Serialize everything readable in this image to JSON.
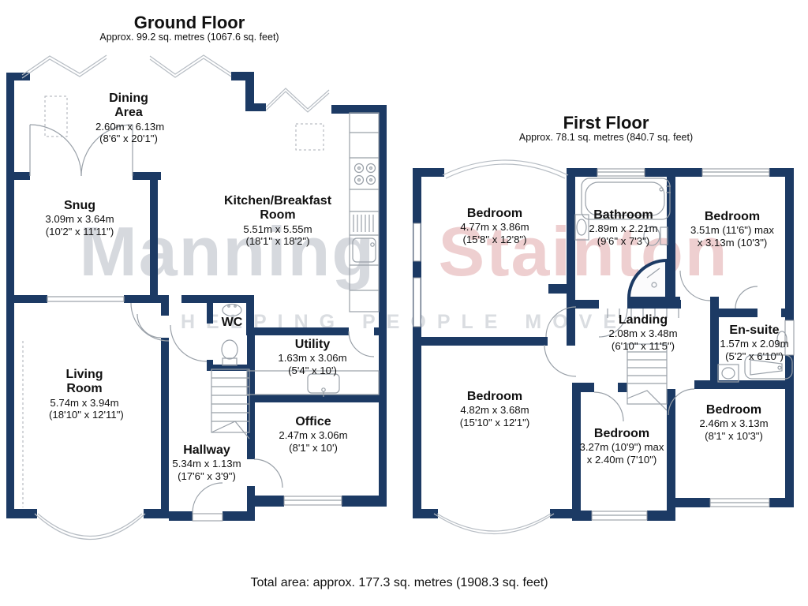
{
  "watermark": {
    "brand_primary": "Manning",
    "brand_secondary": "Stainton",
    "tagline": "HELPING PEOPLE MOVE",
    "primary_color": "#d6d9de",
    "secondary_color": "#eecfd0"
  },
  "colors": {
    "wall": "#1c3a64",
    "thin_line": "#99a0a8"
  },
  "footer": {
    "total_area": "Total area: approx. 177.3 sq. metres (1908.3 sq. feet)"
  },
  "floors": [
    {
      "title": "Ground Floor",
      "subtitle": "Approx. 99.2 sq. metres (1067.6 sq. feet)",
      "rooms": [
        {
          "name": "Dining Area",
          "dim_metric": "2.60m x 6.13m",
          "dim_imperial": "(8'6\" x 20'1\")"
        },
        {
          "name": "Snug",
          "dim_metric": "3.09m x 3.64m",
          "dim_imperial": "(10'2\" x 11'11\")"
        },
        {
          "name": "Kitchen/Breakfast Room",
          "dim_metric": "5.51m x 5.55m",
          "dim_imperial": "(18'1\" x 18'2\")"
        },
        {
          "name": "WC",
          "dim_metric": "",
          "dim_imperial": ""
        },
        {
          "name": "Utility",
          "dim_metric": "1.63m x 3.06m",
          "dim_imperial": "(5'4\" x 10')"
        },
        {
          "name": "Living Room",
          "dim_metric": "5.74m x 3.94m",
          "dim_imperial": "(18'10\" x 12'11\")"
        },
        {
          "name": "Office",
          "dim_metric": "2.47m x 3.06m",
          "dim_imperial": "(8'1\" x 10')"
        },
        {
          "name": "Hallway",
          "dim_metric": "5.34m x 1.13m",
          "dim_imperial": "(17'6\" x 3'9\")"
        }
      ]
    },
    {
      "title": "First Floor",
      "subtitle": "Approx. 78.1 sq. metres (840.7 sq. feet)",
      "rooms": [
        {
          "name": "Bedroom",
          "dim_metric": "4.77m x 3.86m",
          "dim_imperial": "(15'8\" x 12'8\")"
        },
        {
          "name": "Bathroom",
          "dim_metric": "2.89m x 2.21m",
          "dim_imperial": "(9'6\" x 7'3\")"
        },
        {
          "name": "Bedroom",
          "dim_metric": "3.51m (11'6\") max",
          "dim_imperial": "x 3.13m (10'3\")"
        },
        {
          "name": "Landing",
          "dim_metric": "2.08m x 3.48m",
          "dim_imperial": "(6'10\" x 11'5\")"
        },
        {
          "name": "En-suite",
          "dim_metric": "1.57m x 2.09m",
          "dim_imperial": "(5'2\" x 6'10\")"
        },
        {
          "name": "Bedroom",
          "dim_metric": "4.82m x 3.68m",
          "dim_imperial": "(15'10\" x 12'1\")"
        },
        {
          "name": "Bedroom",
          "dim_metric": "3.27m (10'9\") max",
          "dim_imperial": "x 2.40m (7'10\")"
        },
        {
          "name": "Bedroom",
          "dim_metric": "2.46m x 3.13m",
          "dim_imperial": "(8'1\" x 10'3\")"
        }
      ]
    }
  ]
}
